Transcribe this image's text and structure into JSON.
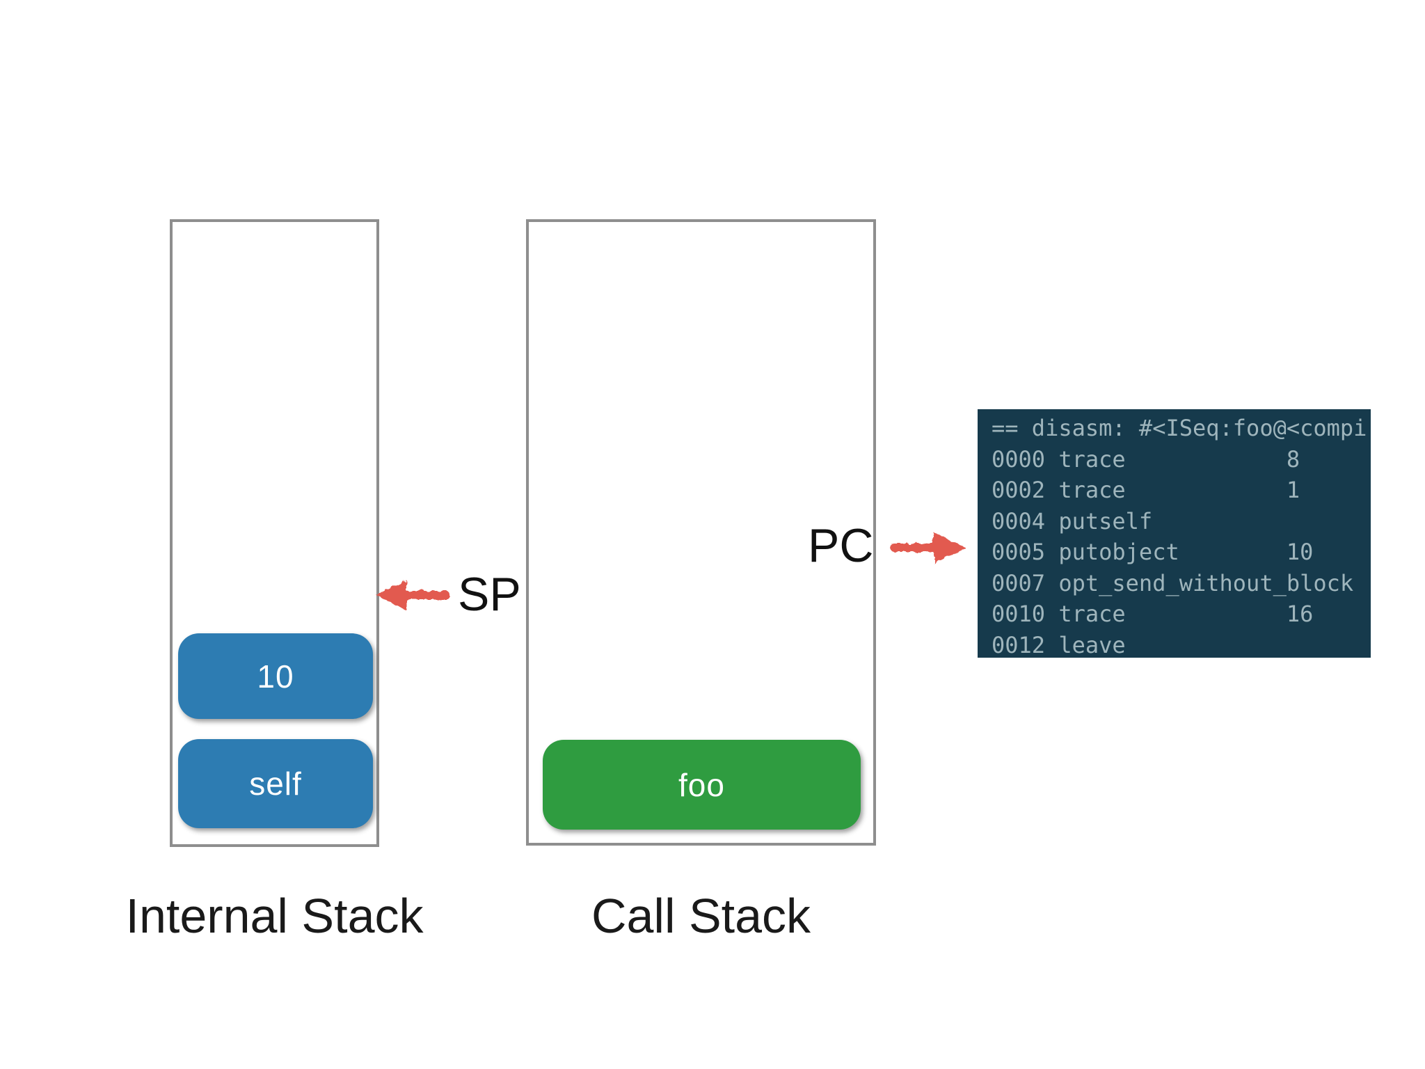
{
  "slide": {
    "background": "#ffffff",
    "box_border_color": "#8e8e8e"
  },
  "internal_stack": {
    "caption": "Internal Stack",
    "item_color": "#2d7cb2",
    "items": [
      {
        "label": "10"
      },
      {
        "label": "self"
      }
    ]
  },
  "call_stack": {
    "caption": "Call Stack",
    "item_color": "#2f9c40",
    "items": [
      {
        "label": "foo"
      }
    ]
  },
  "pointers": {
    "sp_label": "SP",
    "sp_arrow_icon": "arrow-left",
    "pc_label": "PC",
    "pc_arrow_icon": "arrow-right",
    "arrow_color": "#e25a4f"
  },
  "disasm": {
    "background": "#163a4c",
    "text_color": "#9fb5bc",
    "lines": [
      "== disasm: #<ISeq:foo@<compi",
      "0000 trace            8",
      "0002 trace            1",
      "0004 putself",
      "0005 putobject        10",
      "0007 opt_send_without_block",
      "0010 trace            16",
      "0012 leave"
    ]
  }
}
